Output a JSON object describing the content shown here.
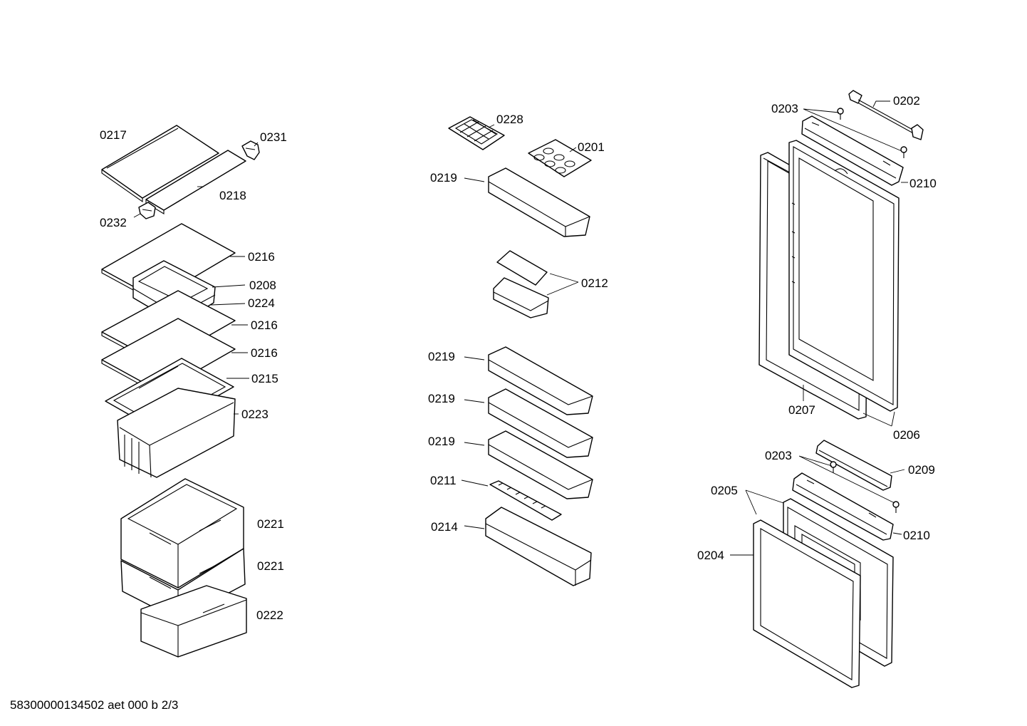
{
  "document_code": "58300000134502 aet 000 b 2/3",
  "part_labels": {
    "l0217": "0217",
    "l0231": "0231",
    "l0218": "0218",
    "l0232": "0232",
    "l0216a": "0216",
    "l0208": "0208",
    "l0224": "0224",
    "l0216b": "0216",
    "l0216c": "0216",
    "l0215": "0215",
    "l0223": "0223",
    "l0221a": "0221",
    "l0221b": "0221",
    "l0222": "0222",
    "l0228": "0228",
    "l0201": "0201",
    "l0219a": "0219",
    "l0212": "0212",
    "l0219b": "0219",
    "l0219c": "0219",
    "l0219d": "0219",
    "l0211": "0211",
    "l0214": "0214",
    "l0203a": "0203",
    "l0202": "0202",
    "l0210a": "0210",
    "l0207": "0207",
    "l0206": "0206",
    "l0203b": "0203",
    "l0209": "0209",
    "l0205": "0205",
    "l0210b": "0210",
    "l0204": "0204"
  }
}
